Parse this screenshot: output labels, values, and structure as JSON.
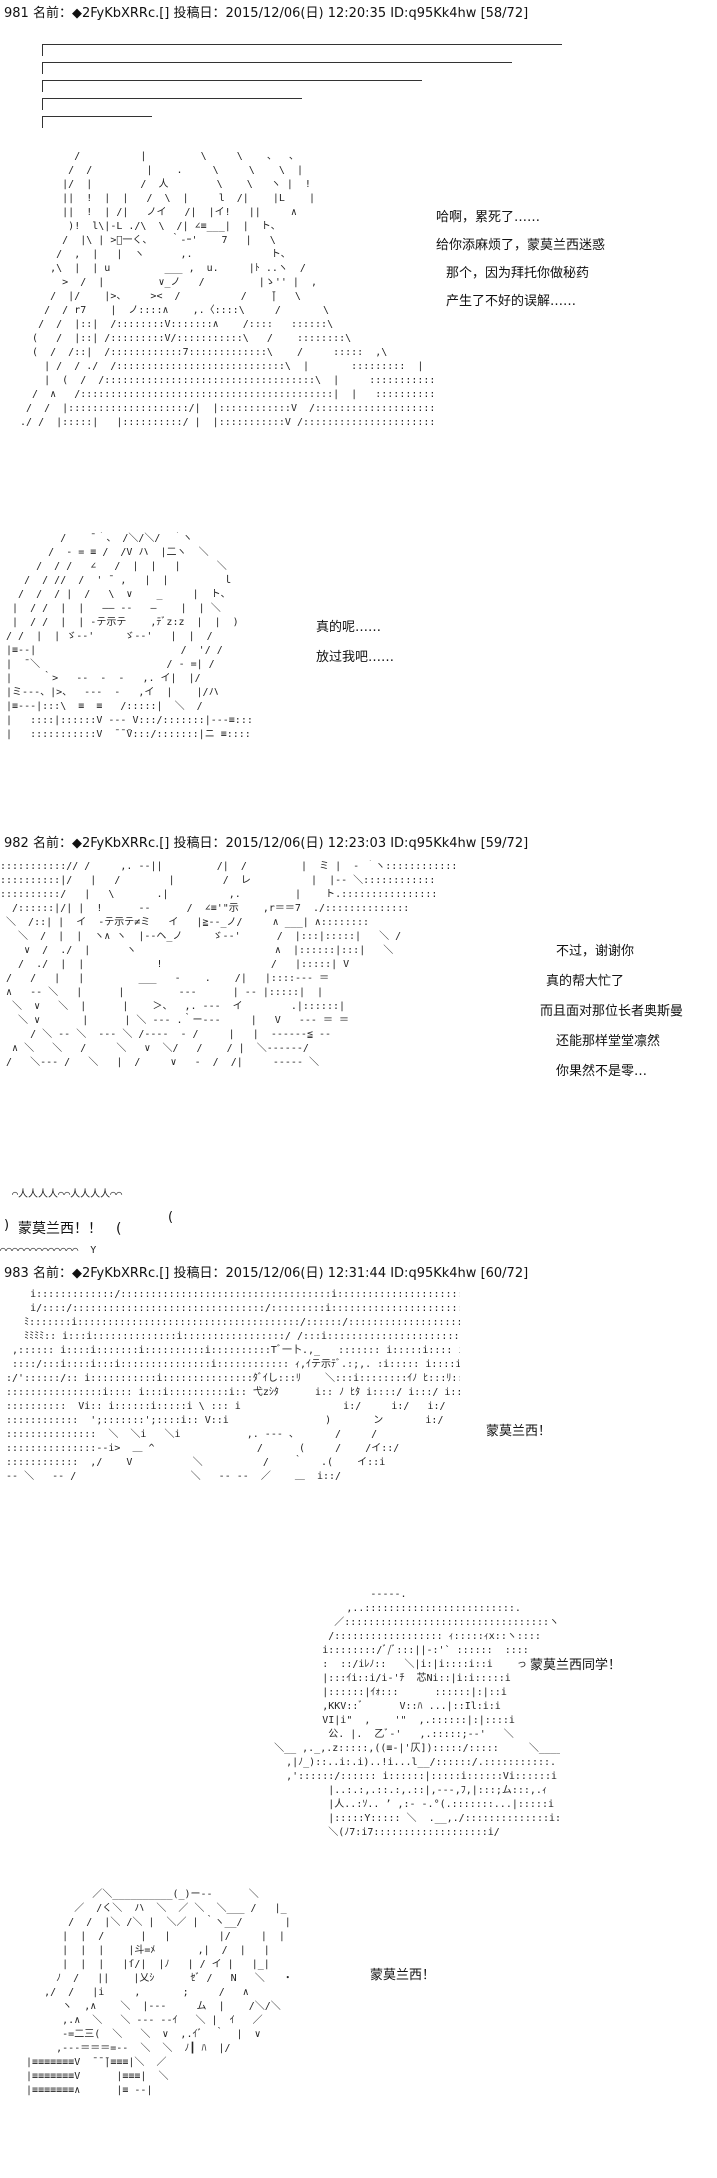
{
  "posts": [
    {
      "header": "981 名前：◆2FyKbXRRc.[] 投稿日：2015/12/06(日) 12:20:35 ID:q95Kk4hw [58/72]",
      "lines": [
        "哈啊，累死了……",
        "给你添麻烦了，蒙莫兰西迷惑",
        "那个，因为拜托你做秘药",
        "产生了不好的误解……",
        "真的呢……",
        "放过我吧……"
      ]
    },
    {
      "header": "982 名前：◆2FyKbXRRc.[] 投稿日：2015/12/06(日) 12:23:03 ID:q95Kk4hw [59/72]",
      "lines": [
        "不过，谢谢你",
        "真的帮大忙了",
        "而且面对那位长者奥斯曼",
        "还能那样堂堂凛然",
        "你果然不是零…"
      ],
      "bubble": "蒙莫兰西！！　("
    },
    {
      "header": "983 名前：◆2FyKbXRRc.[] 投稿日：2015/12/06(日) 12:31:44 ID:q95Kk4hw [60/72]",
      "lines": [
        "蒙莫兰西！",
        "蒙莫兰西同学！",
        "蒙莫兰西！"
      ]
    }
  ]
}
